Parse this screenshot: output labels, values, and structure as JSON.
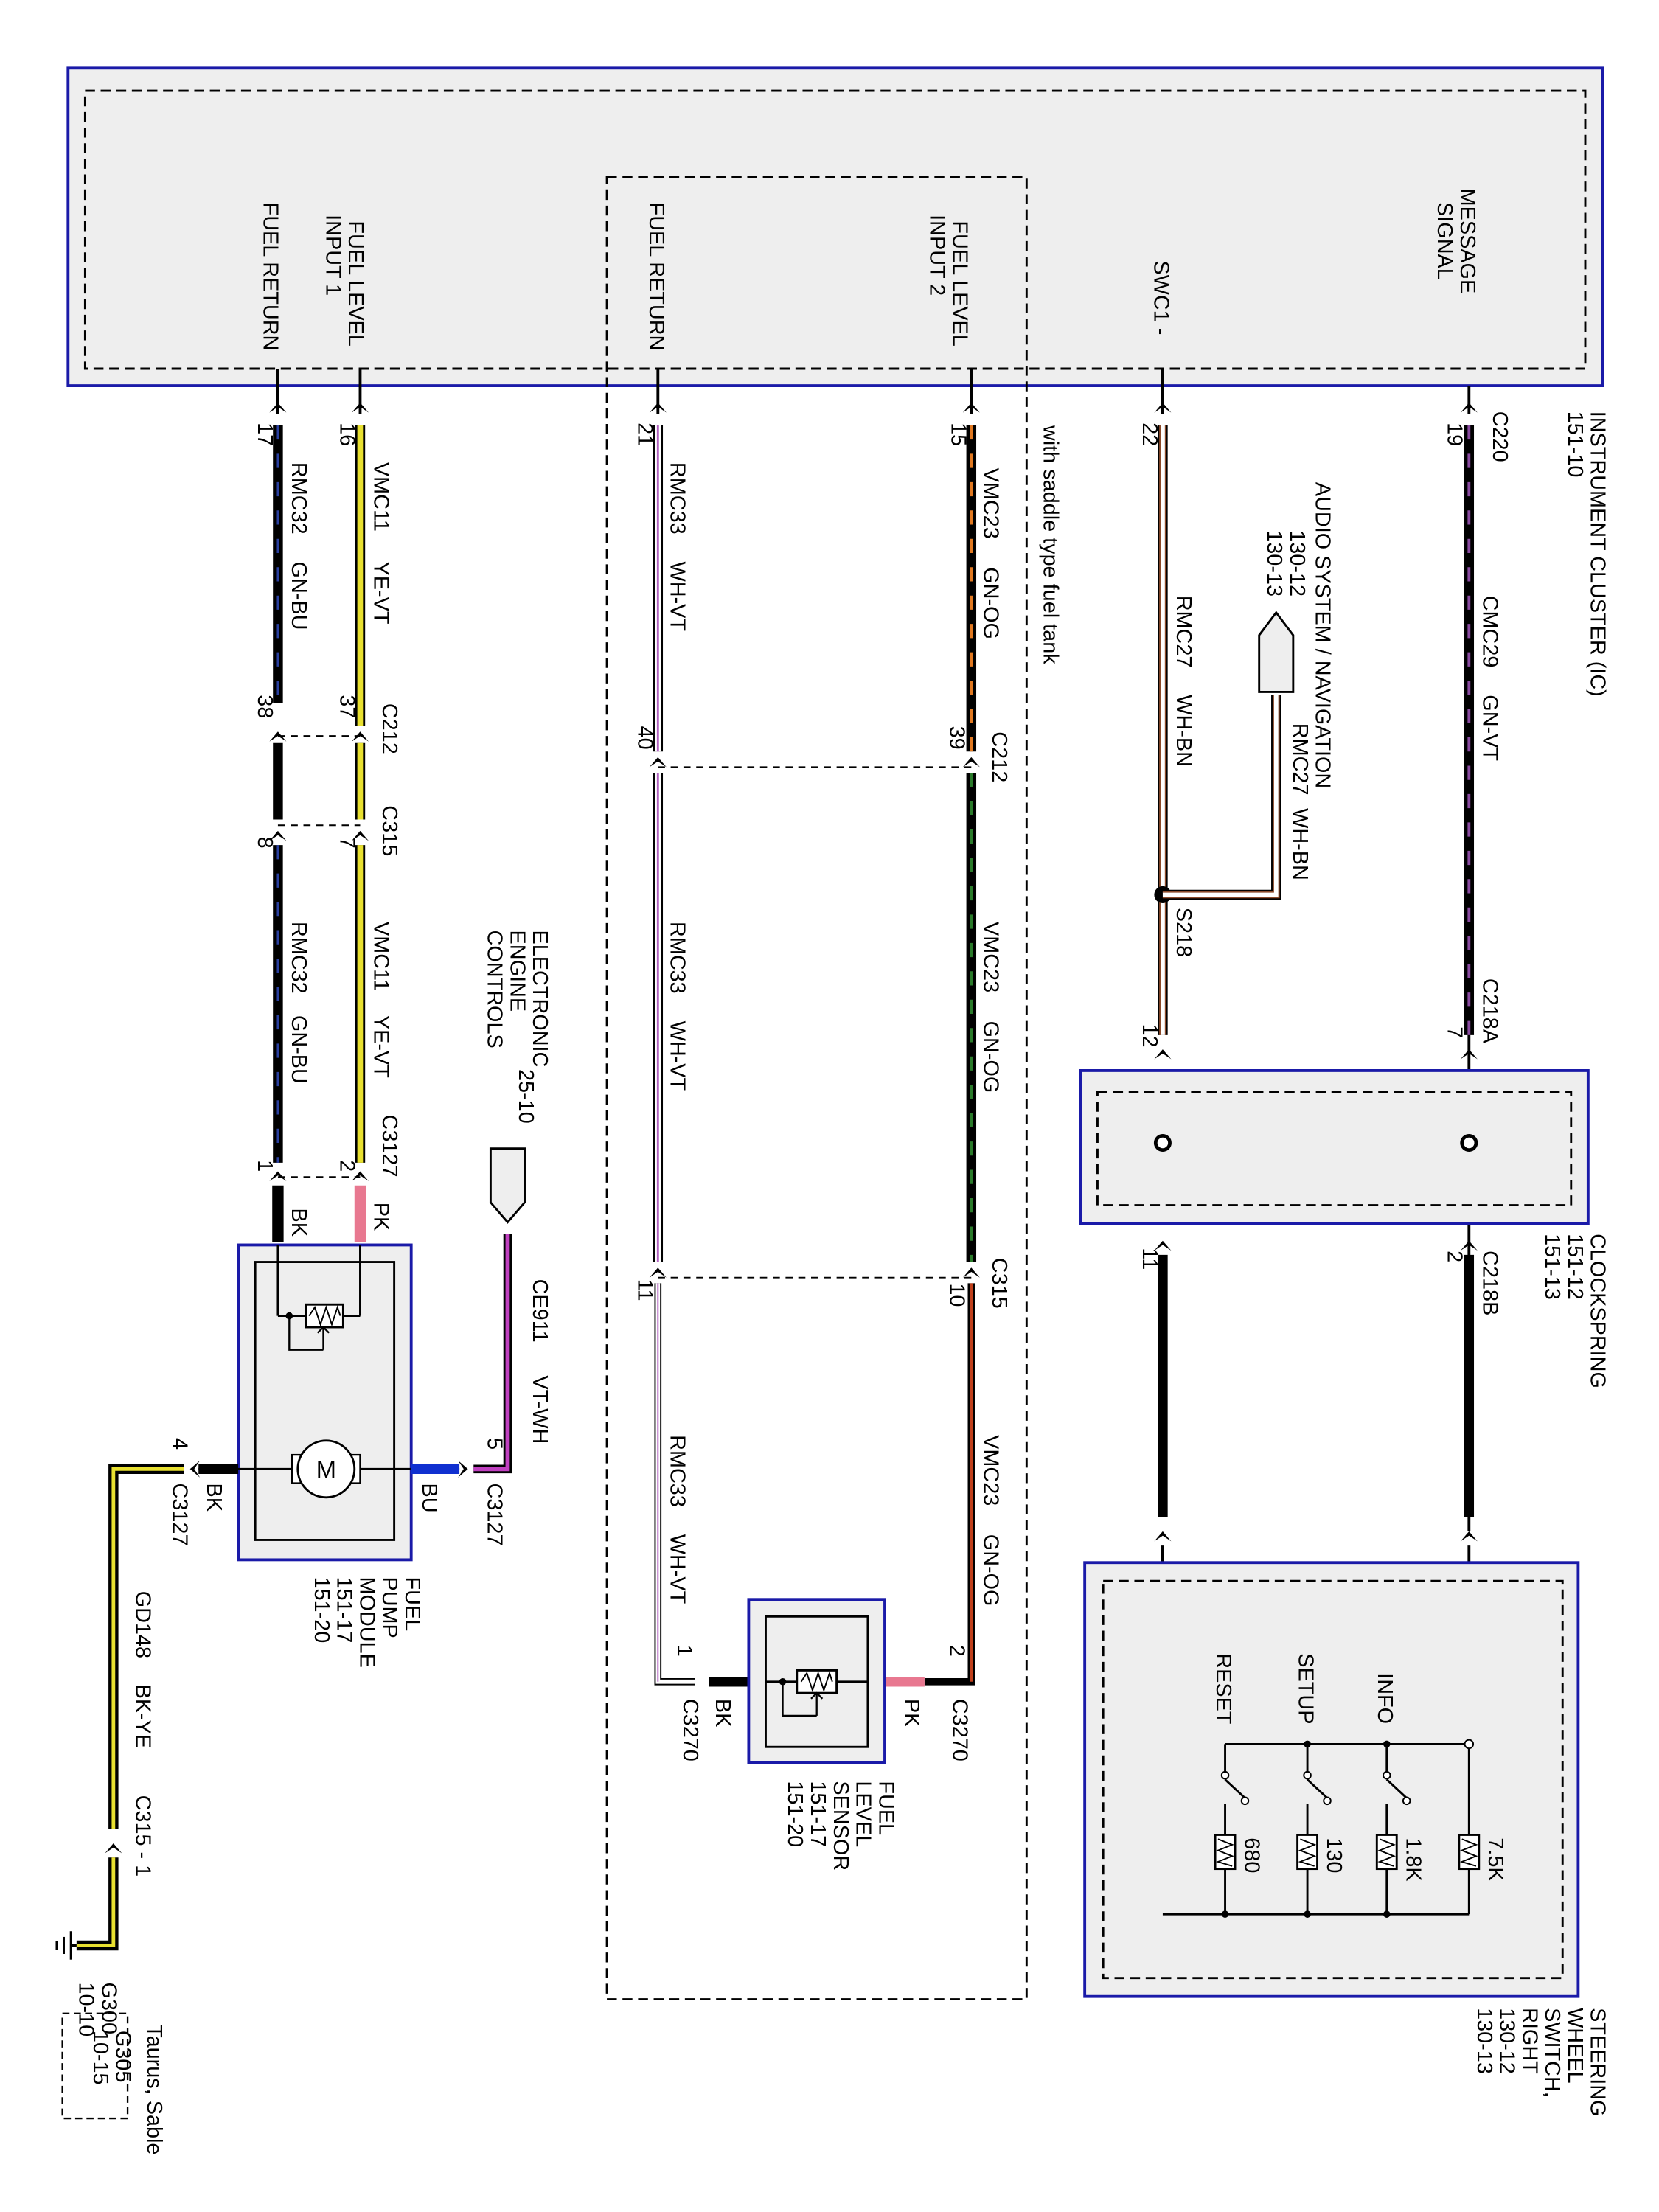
{
  "modules": {
    "ic": {
      "name": "INSTRUMENT CLUSTER (IC)",
      "ref": "151-10"
    },
    "clockspring": {
      "name": "CLOCKSPRING",
      "ref1": "151-12",
      "ref2": "151-13"
    },
    "swc": {
      "l1": "STEERING",
      "l2": "WHEEL",
      "l3": "SWITCH,",
      "l4": "RIGHT",
      "ref1": "130-12",
      "ref2": "130-13"
    },
    "fpm": {
      "l1": "FUEL",
      "l2": "PUMP",
      "l3": "MODULE",
      "ref1": "151-17",
      "ref2": "151-20"
    },
    "fls": {
      "l1": "FUEL",
      "l2": "LEVEL",
      "l3": "SENSOR",
      "ref1": "151-17",
      "ref2": "151-20"
    },
    "audio": {
      "name": "AUDIO SYSTEM / NAVIGATION",
      "ref1": "130-12",
      "ref2": "130-13"
    },
    "eec": {
      "l1": "ELECTRONIC",
      "l2": "ENGINE",
      "l3": "CONTROLS",
      "ref": "25-10"
    }
  },
  "pins": {
    "message_signal_l1": "MESSAGE",
    "message_signal_l2": "SIGNAL",
    "swc1": "SWC1 -",
    "fuel_level_2_l1": "FUEL LEVEL",
    "fuel_level_2_l2": "INPUT 2",
    "fuel_return_2": "FUEL RETURN",
    "fuel_level_1_l1": "FUEL LEVEL",
    "fuel_level_1_l2": "INPUT 1",
    "fuel_return_1": "FUEL RETURN"
  },
  "notes": {
    "saddle": "with saddle type fuel tank",
    "taurus": "Taurus, Sable"
  },
  "connectors": {
    "c220": "C220",
    "c212": "C212",
    "c315": "C315",
    "c3127": "C3127",
    "c3270": "C3270",
    "c218a": "C218A",
    "c218b": "C218B",
    "s218": "S218",
    "c315_1": "C315 - 1",
    "g300": "G300",
    "g300_ref": "10-10",
    "g305": "G305",
    "g305_ref": "10-15"
  },
  "pin_numbers": {
    "p19": "19",
    "p22": "22",
    "p15": "15",
    "p21": "21",
    "p16": "16",
    "p17": "17",
    "p39": "39",
    "p40": "40",
    "p37": "37",
    "p38": "38",
    "p7": "7",
    "p8": "8",
    "p2": "2",
    "p1": "1",
    "p12": "12",
    "p7a": "7",
    "p11": "11",
    "p2b": "2",
    "p10": "10",
    "p11b": "11",
    "p5": "5",
    "p4": "4",
    "p2s": "2",
    "p1s": "1"
  },
  "circuits": {
    "cmc29": "CMC29",
    "gn_vt": "GN-VT",
    "rmc27": "RMC27",
    "wh_bn": "WH-BN",
    "vmc23": "VMC23",
    "gn_og": "GN-OG",
    "rmc33": "RMC33",
    "wh_vt": "WH-VT",
    "vmc11": "VMC11",
    "ye_vt": "YE-VT",
    "rmc32": "RMC32",
    "gn_bu": "GN-BU",
    "ce911": "CE911",
    "vt_wh": "VT-WH",
    "gd148": "GD148",
    "bk_ye": "BK-YE",
    "pk": "PK",
    "bk": "BK",
    "bu": "BU"
  },
  "switches": {
    "info": "INFO",
    "setup": "SETUP",
    "reset": "RESET",
    "r1": "7.5K",
    "r2": "1.8K",
    "r3": "130",
    "r4": "680"
  },
  "motor": "M",
  "colors": {
    "module_border": "#1a1aa8",
    "module_fill": "#eeeeee",
    "wire_black": "#000000",
    "yellow": "#e8e030",
    "green": "#2a7a2a",
    "orange": "#e07820",
    "brown": "#8b4a2a",
    "pink": "#e87890",
    "violet": "#a040c0",
    "white": "#ffffff",
    "blue": "#1030d0"
  }
}
